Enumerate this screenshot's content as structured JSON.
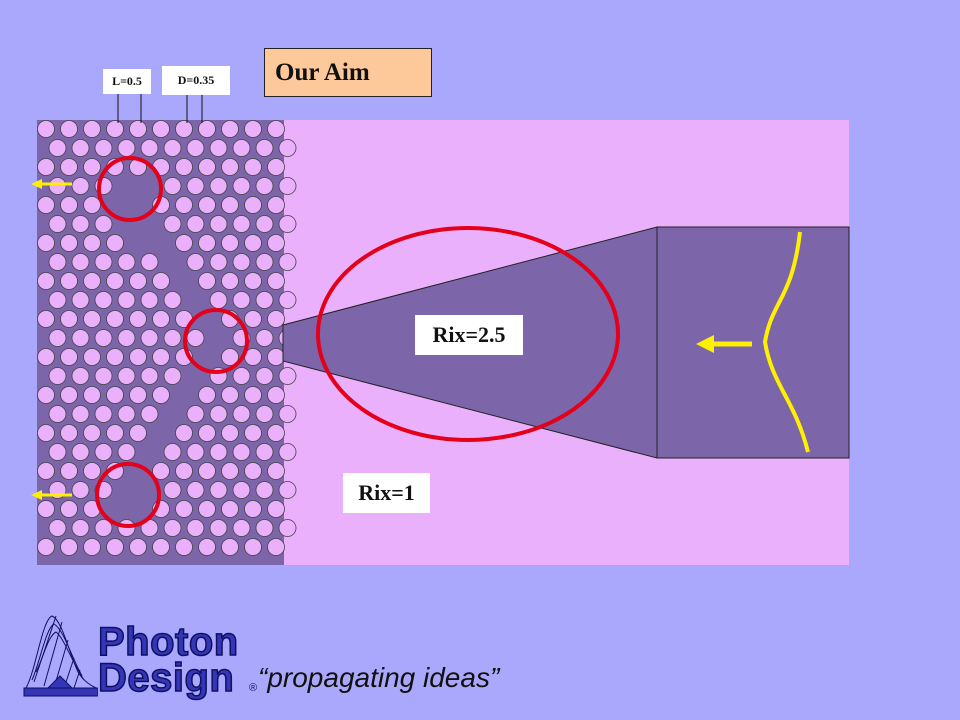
{
  "slide": {
    "title": "Our Aim",
    "lattice_spacing_label": "L=0.5",
    "hole_diameter_label": "D=0.35",
    "core_index_label": "Rix=2.5",
    "cladding_index_label": "Rix=1"
  },
  "branding": {
    "logo_line1": "Photon",
    "logo_line2": "Design",
    "registered_mark": "®",
    "tagline": "“propagating ideas”"
  },
  "colors": {
    "background": "#aaa8fc",
    "cladding": "#ebb0fb",
    "core": "#7c65a9",
    "holes": "#ebb0fb",
    "highlight_circle": "#e4001a",
    "arrow": "#fff000",
    "title_box": "#fdc99a"
  }
}
